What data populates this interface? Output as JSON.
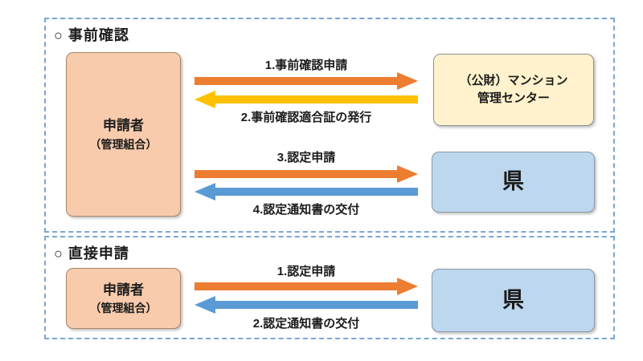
{
  "colors": {
    "orange": "#ED7D31",
    "gold": "#FFC000",
    "blue": "#5B9BD5",
    "peach_fill": "#F8CBAD",
    "peach_border": "#AA8566",
    "cream_fill": "#FFF2CC",
    "cream_border": "#8F8F8F",
    "blue_fill": "#BDD7EE",
    "blue_border": "#8A98A8",
    "section_border": "#7AA6D6"
  },
  "sections": [
    {
      "title": "○ 事前確認",
      "applicant": {
        "name": "申請者",
        "subname": "（管理組合）"
      },
      "org": {
        "line1": "（公財）マンション",
        "line2": "管理センター"
      },
      "prefecture": "県",
      "arrows": [
        {
          "label": "1.事前確認申請",
          "direction": "right",
          "color": "orange"
        },
        {
          "label": "2.事前確認適合証の発行",
          "direction": "left",
          "color": "gold"
        },
        {
          "label": "3.認定申請",
          "direction": "right",
          "color": "orange"
        },
        {
          "label": "4.認定通知書の交付",
          "direction": "left",
          "color": "blue"
        }
      ]
    },
    {
      "title": "○ 直接申請",
      "applicant": {
        "name": "申請者",
        "subname": "（管理組合）"
      },
      "prefecture": "県",
      "arrows": [
        {
          "label": "1.認定申請",
          "direction": "right",
          "color": "orange"
        },
        {
          "label": "2.認定通知書の交付",
          "direction": "left",
          "color": "blue"
        }
      ]
    }
  ]
}
